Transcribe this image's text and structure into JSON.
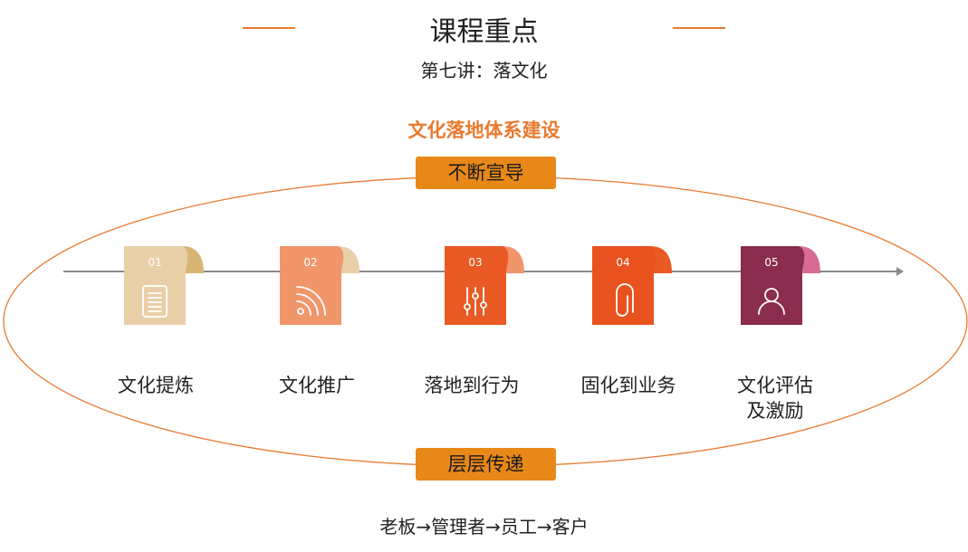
{
  "header": {
    "title": "课程重点",
    "subtitle": "第七讲：落文化",
    "accent_color": "#e87a2f"
  },
  "diagram": {
    "title": "文化落地体系建设",
    "top_pill": "不断宣导",
    "bottom_pill": "层层传递",
    "pill_color": "#e88818",
    "steps": [
      {
        "number": "01",
        "label": "文化提炼",
        "icon": "document-icon",
        "color": "#e9cfa7",
        "curl_color": "#d9b575"
      },
      {
        "number": "02",
        "label": "文化推广",
        "icon": "broadcast-icon",
        "color": "#f1956b",
        "curl_color": "#e9cfa7"
      },
      {
        "number": "03",
        "label": "落地到行为",
        "icon": "sliders-icon",
        "color": "#ea5a24",
        "curl_color": "#f1956b"
      },
      {
        "number": "04",
        "label": "固化到业务",
        "icon": "paperclip-icon",
        "color": "#e8521f",
        "curl_color": "#ea5a24"
      },
      {
        "number": "05",
        "label": "文化评估\n及激励",
        "icon": "user-icon",
        "color": "#8a2d4f",
        "curl_color": "#d86c95"
      }
    ]
  },
  "footer": {
    "flow": "老板→管理者→员工→客户"
  }
}
